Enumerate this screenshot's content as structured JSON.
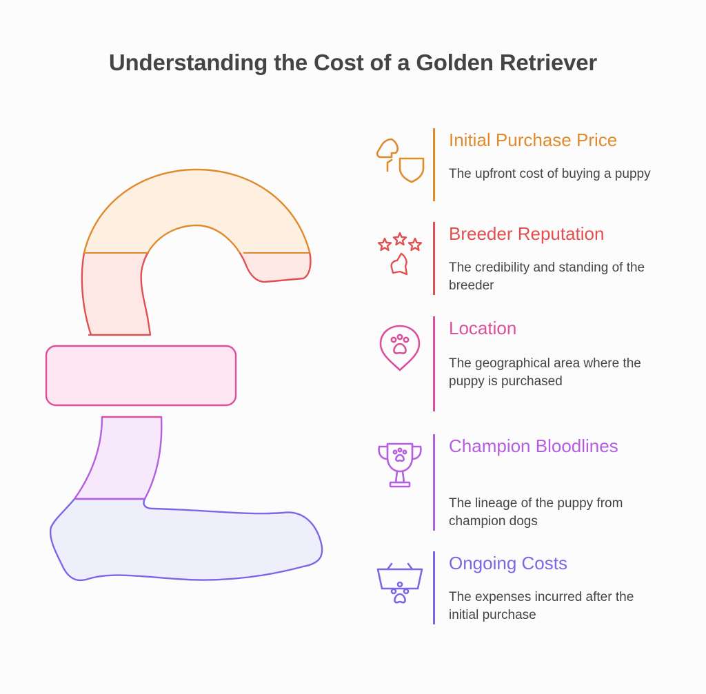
{
  "title": "Understanding the Cost of a Golden Retriever",
  "colors": {
    "orange": "#e08a2e",
    "red": "#e05050",
    "pink": "#db4f9b",
    "purple": "#b45ee0",
    "violet": "#7b67e5"
  },
  "items": [
    {
      "heading": "Initial Purchase Price",
      "description": "The upfront cost of buying a puppy",
      "icon": "dog-shield-icon",
      "color": "#e08a2e"
    },
    {
      "heading": "Breeder Reputation",
      "description": "The credibility and standing of the breeder",
      "icon": "stars-dog-icon",
      "color": "#e05050"
    },
    {
      "heading": "Location",
      "description": "The geographical area where the puppy is purchased",
      "icon": "paw-pin-icon",
      "color": "#db4f9b"
    },
    {
      "heading": "Champion Bloodlines",
      "description": "The lineage of the puppy from champion dogs",
      "icon": "paw-trophy-icon",
      "color": "#b45ee0"
    },
    {
      "heading": "Ongoing Costs",
      "description": "The expenses incurred after the initial purchase",
      "icon": "paw-basket-icon",
      "color": "#7b67e5"
    }
  ]
}
